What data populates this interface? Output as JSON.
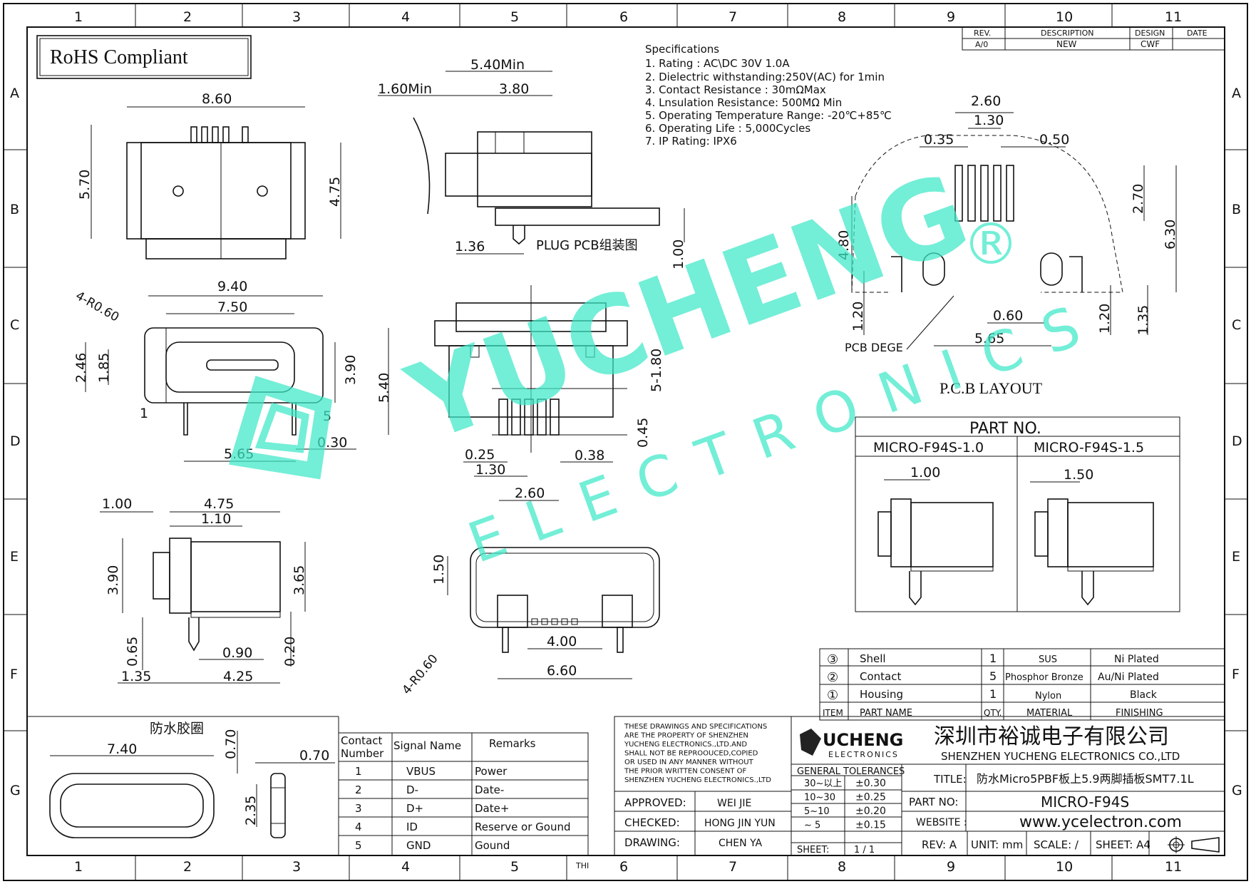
{
  "frame": {
    "top_cols": [
      "1",
      "2",
      "3",
      "4",
      "5",
      "6",
      "7",
      "8",
      "9",
      "10",
      "11"
    ],
    "bottom_cols": [
      "1",
      "2",
      "3",
      "4",
      "5",
      "6",
      "7",
      "8",
      "9",
      "10",
      "11"
    ],
    "rows": [
      "A",
      "B",
      "C",
      "D",
      "E",
      "F",
      "G"
    ],
    "thi": "THI"
  },
  "rev_table": {
    "headers": [
      "REV.",
      "DESCRIPTION",
      "DESIGN",
      "DATE"
    ],
    "row": [
      "A/0",
      "NEW",
      "CWF",
      ""
    ]
  },
  "rohs": "RoHS Compliant",
  "specs": {
    "title": "Specifications",
    "items": [
      "1. Rating : AC\\DC 30V 1.0A",
      "2. Dielectric withstanding:250V(AC) for 1min",
      "3. Contact Resistance : 30mΩMax",
      "4. Lnsulation Resistance: 500MΩ Min",
      "5. Operating Temperature Range: -20℃+85℃",
      "6. Operating Life : 5,000Cycles",
      "7. IP Rating: IPX6"
    ]
  },
  "dims": {
    "front_top": {
      "w": "8.60",
      "h_left": "5.70",
      "h_right": "4.75"
    },
    "side_plug": {
      "min1": "5.40Min",
      "min2": "1.60Min",
      "d1": "3.80",
      "d2": "1.36",
      "d3": "1.00",
      "label": "PLUG PCB组装图"
    },
    "front": {
      "w1": "9.40",
      "w2": "7.50",
      "r": "4-R0.60",
      "h1": "2.46",
      "h2": "1.85",
      "h3": "3.90",
      "h4": "5.40",
      "p1": "1",
      "p5": "5",
      "b1": "5.65",
      "b2": "0.30"
    },
    "top": {
      "a": "5-1.80",
      "b": "0.45",
      "c": "0.25",
      "d": "0.38",
      "e": "1.30",
      "f": "2.60"
    },
    "side": {
      "a": "1.00",
      "b": "4.75",
      "c": "1.10",
      "d": "3.90",
      "e": "3.65",
      "f": "0.65",
      "g": "0.90",
      "h": "0.20",
      "i": "1.35",
      "j": "4.25"
    },
    "bottom": {
      "a": "1.50",
      "b": "4.00",
      "c": "6.60",
      "r": "4-R0.60"
    },
    "pcb": {
      "a": "2.60",
      "b": "1.30",
      "c": "0.35",
      "d": "0.50",
      "e": "2.70",
      "f": "6.30",
      "g": "4.80",
      "h": "1.20",
      "i": "0.60",
      "j": "1.20",
      "k": "1.35",
      "l": "5.65",
      "deg": "PCB DEGE",
      "title": "P.C.B LAYOUT"
    }
  },
  "part_no": {
    "title": "PART NO.",
    "cols": [
      "MICRO-F94S-1.0",
      "MICRO-F94S-1.5"
    ],
    "dims": [
      "1.00",
      "1.50"
    ]
  },
  "bom": {
    "headers": [
      "ITEM",
      "PART NAME",
      "QTY.",
      "MATERIAL",
      "FINISHING"
    ],
    "rows": [
      {
        "item": "③",
        "name": "Shell",
        "qty": "1",
        "material": "SUS",
        "finish": "Ni Plated"
      },
      {
        "item": "②",
        "name": "Contact",
        "qty": "5",
        "material": "Phosphor Bronze",
        "finish": "Au/Ni Plated"
      },
      {
        "item": "①",
        "name": "Housing",
        "qty": "1",
        "material": "Nylon",
        "finish": "Black"
      }
    ]
  },
  "gasket": {
    "title": "防水胶圈",
    "a": "7.40",
    "b": "0.70",
    "c": "0.70",
    "d": "2.35"
  },
  "pins": {
    "headers": [
      "Contact Number",
      "Signal Name",
      "Remarks"
    ],
    "rows": [
      [
        "1",
        "VBUS",
        "Power"
      ],
      [
        "2",
        "D-",
        "Date-"
      ],
      [
        "3",
        "D+",
        "Date+"
      ],
      [
        "4",
        "ID",
        "Reserve or Gound"
      ],
      [
        "5",
        "GND",
        "Gound"
      ]
    ]
  },
  "title_block": {
    "notice": [
      "THESE DRAWINGS AND SPECIFICATIONS",
      "ARE THE PROPERTY OF SHENZHEN",
      "YUCHENG ELECTRONICS.,LTD.AND",
      "SHALL NOT BE REPROOUCED,COPIED",
      "OR USED IN ANY MANNER WITHOUT",
      "THE PRIOR WRITTEN CONSENT OF",
      "SHENZHEN YUCHENG ELECTRONICS.,LTD"
    ],
    "approved": {
      "label": "APPROVED:",
      "value": "WEI JIE"
    },
    "checked": {
      "label": "CHECKED:",
      "value": "HONG JIN YUN"
    },
    "drawing": {
      "label": "DRAWING:",
      "value": "CHEN YA"
    },
    "logo_text": "UCHENG",
    "logo_sub": "ELECTRONICS",
    "company_cn": "深圳市裕诚电子有限公司",
    "company_en": "SHENZHEN YUCHENG ELECTRONICS CO.,LTD",
    "tol_title": "GENERAL TOLERANCES",
    "tolerances": [
      [
        "30~以上",
        "±0.30"
      ],
      [
        "10~30",
        "±0.25"
      ],
      [
        "5~10",
        "±0.20"
      ],
      [
        "~ 5",
        "±0.15"
      ]
    ],
    "sheet": {
      "label": "SHEET:",
      "value": "1 / 1"
    },
    "title": {
      "label": "TITLE:",
      "value": "防水Micro5PBF板上5.9两脚插板SMT7.1L"
    },
    "part": {
      "label": "PART NO:",
      "value": "MICRO-F94S"
    },
    "website": {
      "label": "WEBSITE :",
      "value": "www.ycelectron.com"
    },
    "rev": "REV: A",
    "unit": "UNIT: mm",
    "scale": "SCALE: /",
    "sheet_size": "SHEET: A4"
  },
  "watermark": {
    "main": "YUCHENG",
    "sub": "ELECTRONICS",
    "mark": "®"
  }
}
